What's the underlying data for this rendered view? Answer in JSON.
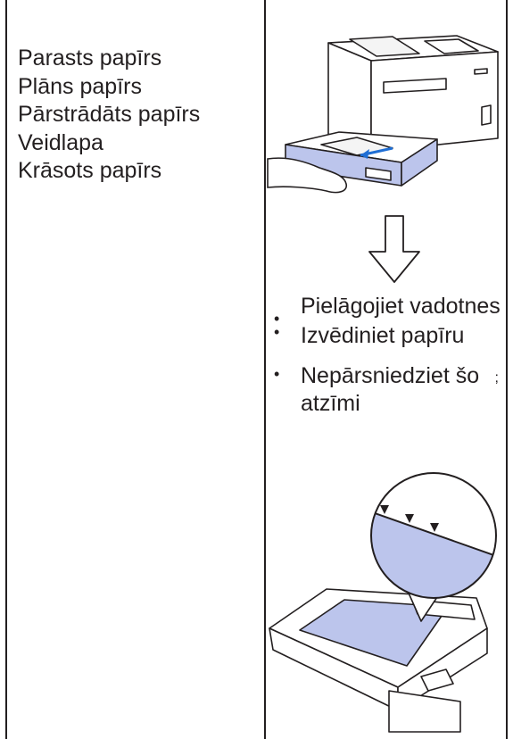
{
  "paper_types": [
    "Parasts papīrs",
    "Plāns papīrs",
    "Pārstrādāts papīrs",
    "Veidlapa",
    "Krāsots papīrs"
  ],
  "steps": [
    {
      "bullet": "•",
      "text": "Pielāgojiet vadotnes"
    },
    {
      "bullet": "•",
      "text": "Izvēdiniet papīru"
    },
    {
      "bullet": "•",
      "text": "Nepārsniedziet šo atzīmi",
      "tail": ";"
    }
  ],
  "colors": {
    "tray_blue": "#bcc5ec",
    "line": "#231f20",
    "arrow_blue": "#1f6ed4"
  },
  "icons": [
    "printer-illustration",
    "down-arrow-icon",
    "paper-tray-illustration",
    "max-mark-magnifier"
  ]
}
